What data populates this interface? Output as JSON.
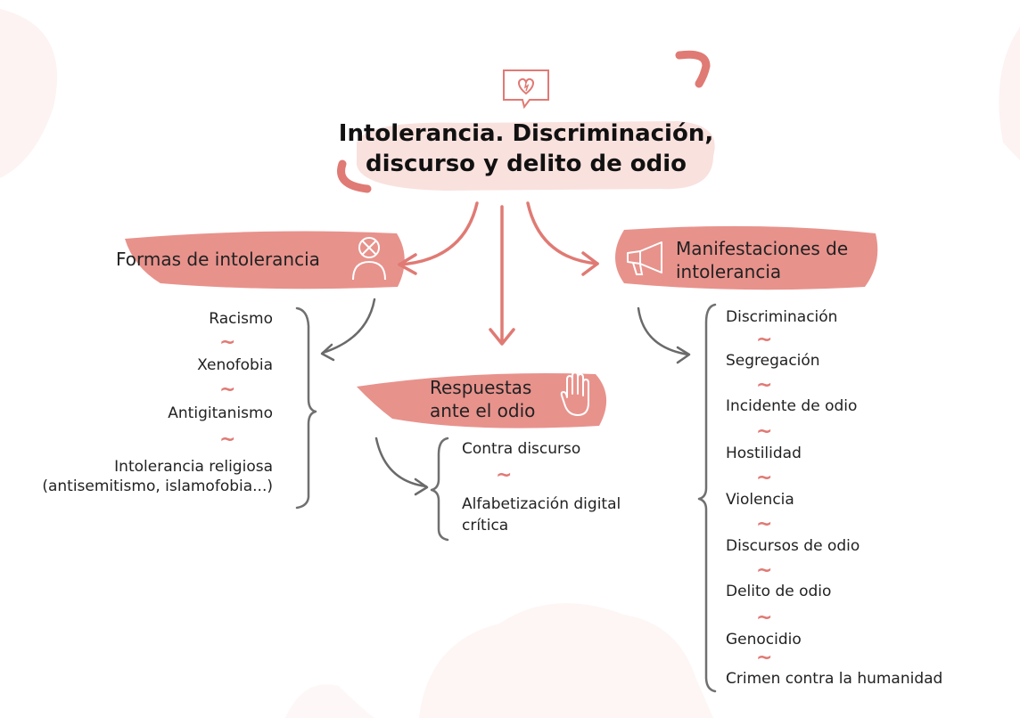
{
  "title": {
    "line1": "Intolerancia. Discriminación,",
    "line2": "discurso y delito de odio"
  },
  "branches": {
    "formas": {
      "label": "Formas de intolerancia",
      "icon": "person-crossed-icon",
      "items": [
        "Racismo",
        "Xenofobia",
        "Antigitanismo",
        "Intolerancia religiosa",
        "(antisemitismo, islamofobia...)"
      ]
    },
    "respuestas": {
      "label_line1": "Respuestas",
      "label_line2": "ante el odio",
      "icon": "raised-hand-icon",
      "items": [
        "Contra discurso",
        "Alfabetización digital",
        "crítica"
      ]
    },
    "manifestaciones": {
      "label_line1": "Manifestaciones de",
      "label_line2": "intolerancia",
      "icon": "megaphone-icon",
      "items": [
        "Discriminación",
        "Segregación",
        "Incidente de odio",
        "Hostilidad",
        "Violencia",
        "Discursos de odio",
        "Delito de odio",
        "Genocidio",
        "Crimen contra la humanidad"
      ]
    }
  },
  "separator": "~",
  "colors": {
    "accent": "#e07a74",
    "accent_light": "#f4cfcb",
    "title_bg": "#f9e1de",
    "bracket": "#707070",
    "text": "#222222"
  }
}
